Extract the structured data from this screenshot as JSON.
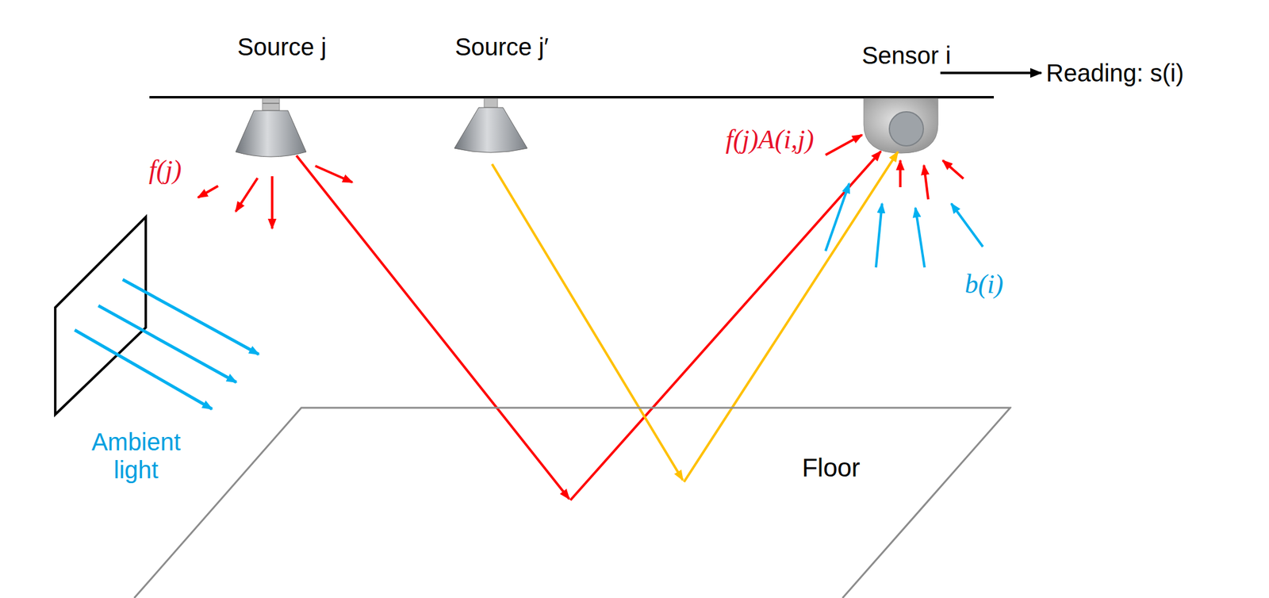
{
  "diagram": {
    "nodes": [
      {
        "text": [
          "Floor"
        ]
      }
    ],
    "labels": [
      "Source j",
      "Source j′",
      "Sensor i",
      "Reading: s(i)",
      "f(j)",
      "f(j)A(i,j)",
      "b(i)",
      "Ambient light"
    ]
  }
}
